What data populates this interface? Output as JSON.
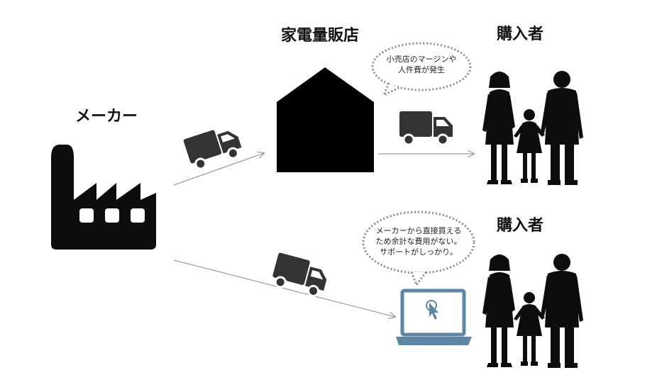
{
  "labels": {
    "maker": "メーカー",
    "store": "家電量販店",
    "buyer_top": "購入者",
    "buyer_bottom": "購入者"
  },
  "bubbles": {
    "top": {
      "line1": "小売店のマージンや",
      "line2": "人件費が発生"
    },
    "bottom": {
      "line1": "メーカーから直接買える",
      "line2": "ため余計な費用がない。",
      "line3": "サポートがしっかり。"
    }
  },
  "colors": {
    "icon": "#0d0d0d",
    "truck": "#333333",
    "arrow": "#9a9a9a",
    "laptop": "#5b87a5",
    "bubble_border": "#8a8a8a"
  }
}
